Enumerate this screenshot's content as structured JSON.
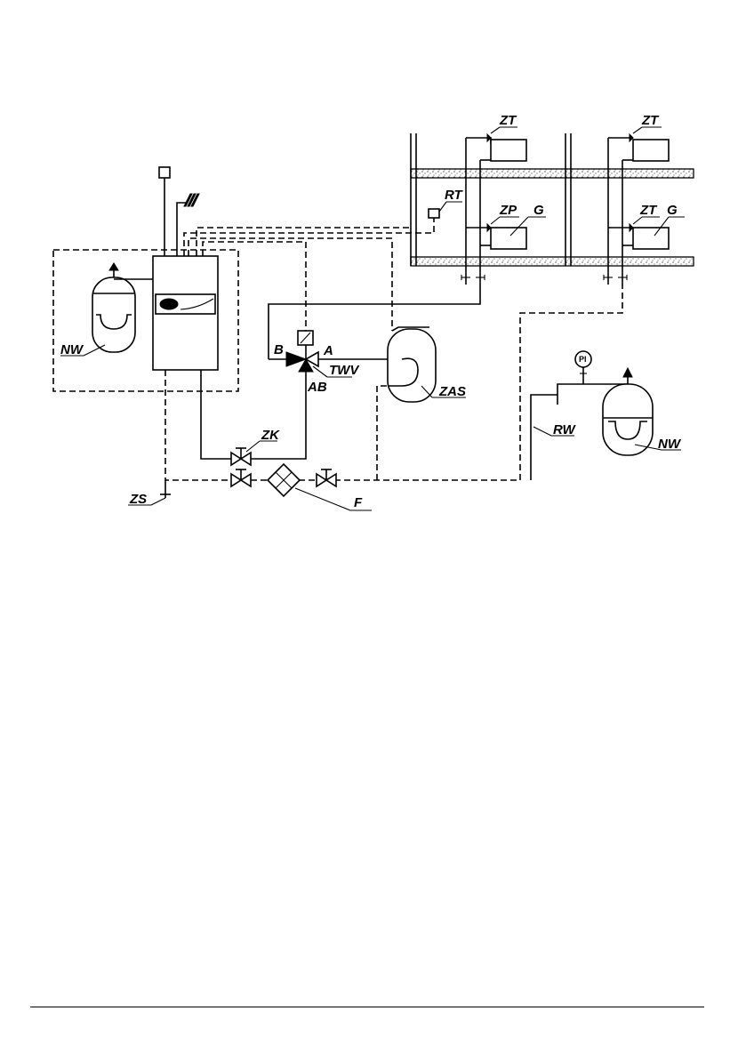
{
  "labels": {
    "zt_top_left": "ZT",
    "zt_top_right": "ZT",
    "rt": "RT",
    "zp": "ZP",
    "g_left": "G",
    "zt_mid_right": "ZT",
    "g_right": "G",
    "nw_left": "NW",
    "port_b": "B",
    "port_a": "A",
    "port_ab": "AB",
    "twv": "TWV",
    "zas": "ZAS",
    "pi": "PI",
    "rw": "RW",
    "nw_right": "NW",
    "zk": "ZK",
    "zs": "ZS",
    "f": "F"
  }
}
